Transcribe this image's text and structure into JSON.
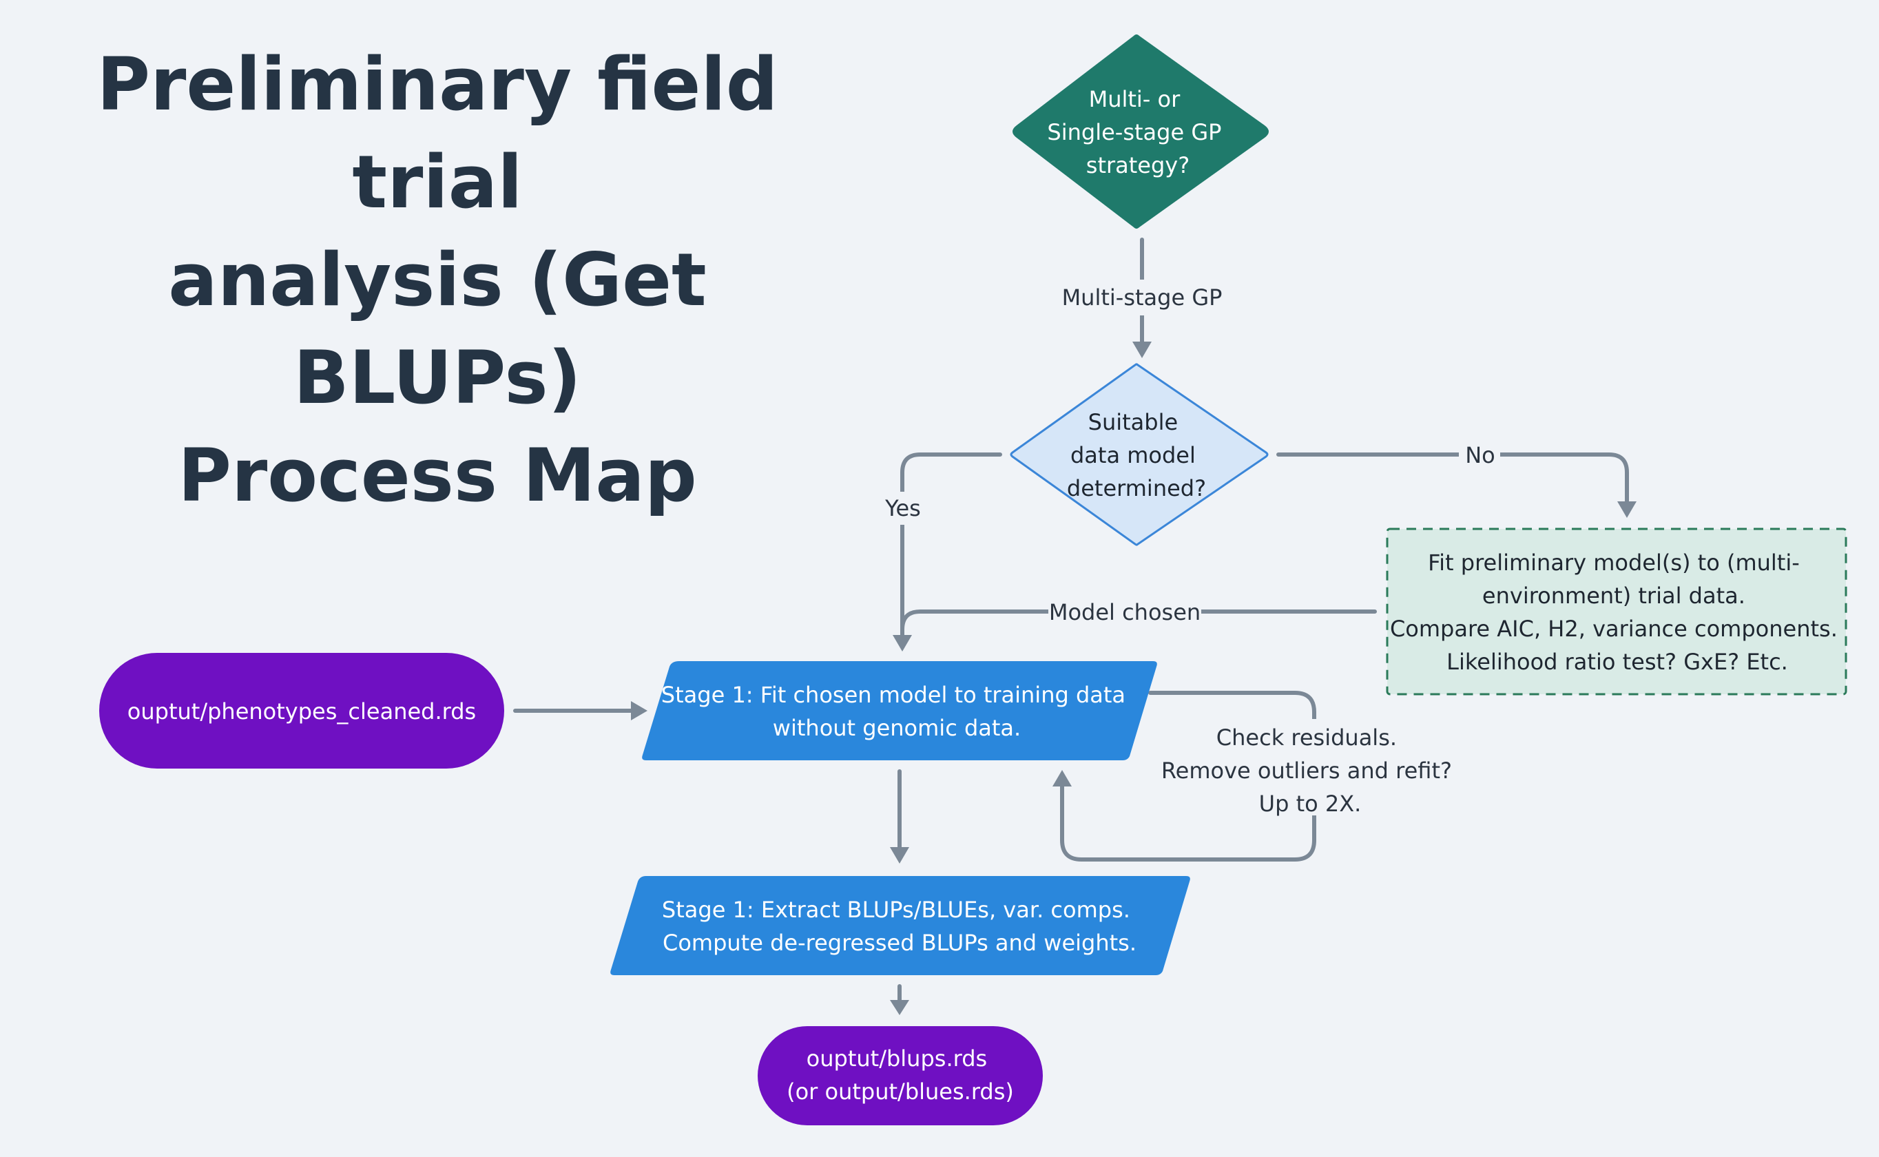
{
  "title": {
    "line1": "Preliminary field trial",
    "line2": "analysis (Get BLUPs)",
    "line3": "Process Map"
  },
  "nodes": {
    "strategy_decision": {
      "line1": "Multi- or",
      "line2": "Single-stage GP",
      "line3": "strategy?"
    },
    "model_decision": {
      "line1": "Suitable",
      "line2": "data model",
      "line3": "determined?"
    },
    "fit_preliminary": {
      "line1": "Fit preliminary model(s) to (multi-",
      "line2": "environment) trial data.",
      "line3": "Compare AIC, H2, variance components.",
      "line4": "Likelihood ratio test? GxE? Etc."
    },
    "phenotypes_input": {
      "line1": "ouptut/phenotypes_cleaned.rds"
    },
    "stage1_fit": {
      "line1": "Stage 1: Fit chosen model to training data",
      "line2": "without genomic data."
    },
    "stage1_extract": {
      "line1": "Stage 1: Extract BLUPs/BLUEs, var. comps.",
      "line2": "Compute de-regressed BLUPs and weights."
    },
    "blups_output": {
      "line1": "ouptut/blups.rds",
      "line2": "(or output/blues.rds)"
    }
  },
  "edges": {
    "multi_stage": "Multi-stage GP",
    "no": "No",
    "yes": "Yes",
    "model_chosen": "Model chosen",
    "residuals_line1": "Check residuals.",
    "residuals_line2": "Remove outliers and refit?",
    "residuals_line3": "Up to 2X."
  },
  "colors": {
    "background": "#f0f3f7",
    "title": "#253444",
    "teal_decision": "#1f7a6b",
    "light_blue_decision": "#d6e6f8",
    "light_blue_border": "#3b86d8",
    "green_box_fill": "#d9ebe6",
    "green_box_border": "#2a7a5a",
    "process_blue": "#2a87dc",
    "terminal_purple": "#6f10c2",
    "connector": "#7b8896"
  }
}
